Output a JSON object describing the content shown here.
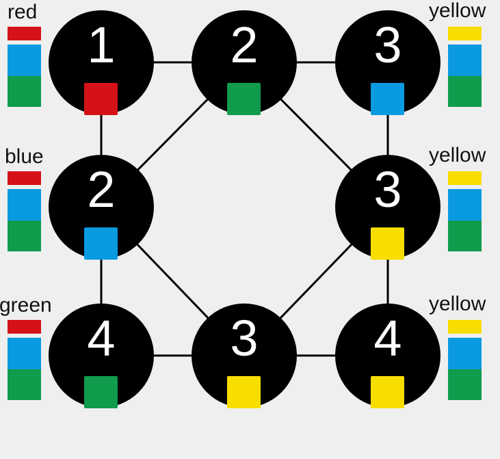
{
  "diagram": {
    "type": "graph-coloring",
    "background": "#efefef",
    "palette": {
      "red": "#d51217",
      "blue": "#0a9ae0",
      "green": "#109b4d",
      "yellow": "#f8dd00"
    },
    "nodes": [
      {
        "id": "n1",
        "label": "1",
        "chip_color": "red",
        "legend_label": "red",
        "legend_swatches": [
          "red",
          "blue",
          "green"
        ],
        "row": 0,
        "col": 0
      },
      {
        "id": "n2",
        "label": "2",
        "chip_color": "green",
        "legend_label": null,
        "legend_swatches": null,
        "row": 0,
        "col": 1
      },
      {
        "id": "n3",
        "label": "3",
        "chip_color": "blue",
        "legend_label": "yellow",
        "legend_swatches": [
          "yellow",
          "blue",
          "green"
        ],
        "row": 0,
        "col": 2
      },
      {
        "id": "n4",
        "label": "2",
        "chip_color": "blue",
        "legend_label": "blue",
        "legend_swatches": [
          "red",
          "blue",
          "green"
        ],
        "row": 1,
        "col": 0
      },
      {
        "id": "n5",
        "label": "3",
        "chip_color": "yellow",
        "legend_label": "yellow",
        "legend_swatches": [
          "yellow",
          "blue",
          "green"
        ],
        "row": 1,
        "col": 2
      },
      {
        "id": "n6",
        "label": "4",
        "chip_color": "green",
        "legend_label": "green",
        "legend_swatches": [
          "red",
          "blue",
          "green"
        ],
        "row": 2,
        "col": 0
      },
      {
        "id": "n7",
        "label": "3",
        "chip_color": "yellow",
        "legend_label": null,
        "legend_swatches": null,
        "row": 2,
        "col": 1
      },
      {
        "id": "n8",
        "label": "4",
        "chip_color": "yellow",
        "legend_label": "yellow",
        "legend_swatches": [
          "yellow",
          "blue",
          "green"
        ],
        "row": 2,
        "col": 2
      }
    ],
    "edges": [
      [
        "n1",
        "n2"
      ],
      [
        "n2",
        "n3"
      ],
      [
        "n1",
        "n4"
      ],
      [
        "n3",
        "n5"
      ],
      [
        "n4",
        "n6"
      ],
      [
        "n5",
        "n8"
      ],
      [
        "n6",
        "n7"
      ],
      [
        "n7",
        "n8"
      ],
      [
        "n2",
        "n4"
      ],
      [
        "n2",
        "n5"
      ],
      [
        "n4",
        "n7"
      ],
      [
        "n5",
        "n7"
      ]
    ]
  }
}
